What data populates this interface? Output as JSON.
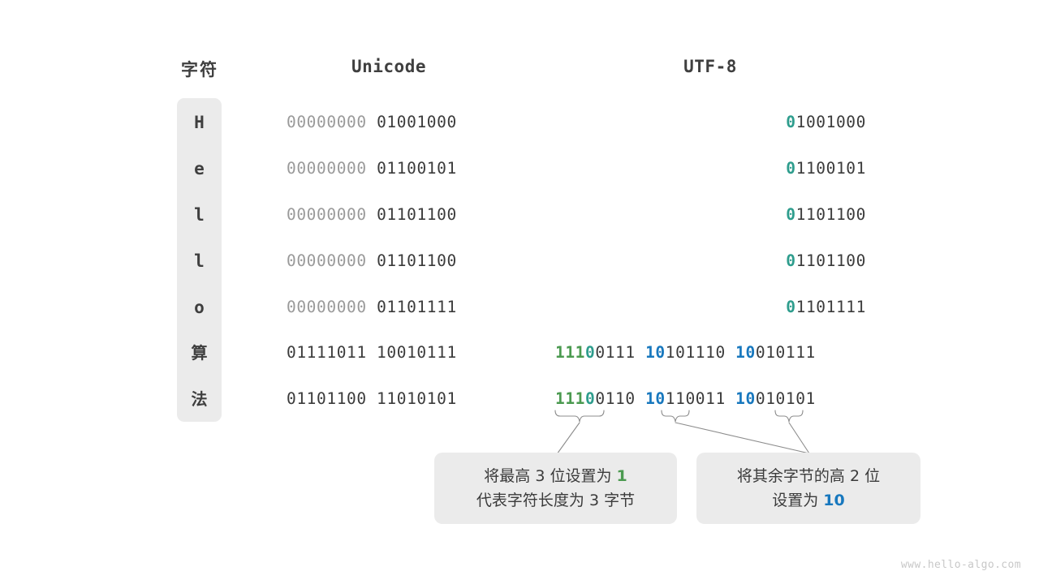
{
  "headers": {
    "char": "字符",
    "unicode": "Unicode",
    "utf8": "UTF-8"
  },
  "colors": {
    "green": "#4b9a50",
    "teal": "#2e9d8d",
    "blue": "#1878be",
    "grey": "#9a9a9a",
    "dark": "#3b3b3b",
    "panel": "#ebebeb"
  },
  "rows": [
    {
      "char": "H",
      "cjk": false,
      "unicode_grey": "00000000",
      "unicode_dark": "01001000",
      "utf8_type": "ascii",
      "utf8_lead": "0",
      "utf8_rest": "1001000"
    },
    {
      "char": "e",
      "cjk": false,
      "unicode_grey": "00000000",
      "unicode_dark": "01100101",
      "utf8_type": "ascii",
      "utf8_lead": "0",
      "utf8_rest": "1100101"
    },
    {
      "char": "l",
      "cjk": false,
      "unicode_grey": "00000000",
      "unicode_dark": "01101100",
      "utf8_type": "ascii",
      "utf8_lead": "0",
      "utf8_rest": "1101100"
    },
    {
      "char": "l",
      "cjk": false,
      "unicode_grey": "00000000",
      "unicode_dark": "01101100",
      "utf8_type": "ascii",
      "utf8_lead": "0",
      "utf8_rest": "1101100"
    },
    {
      "char": "o",
      "cjk": false,
      "unicode_grey": "00000000",
      "unicode_dark": "01101111",
      "utf8_type": "ascii",
      "utf8_lead": "0",
      "utf8_rest": "1101111"
    },
    {
      "char": "算",
      "cjk": true,
      "unicode_grey": "",
      "unicode_dark": "01111011 10010111",
      "utf8_type": "three-byte",
      "b1_green": "111",
      "b1_teal": "0",
      "b1_rest": "0111",
      "b2_blue": "10",
      "b2_rest": "101110",
      "b3_blue": "10",
      "b3_rest": "010111"
    },
    {
      "char": "法",
      "cjk": true,
      "unicode_grey": "",
      "unicode_dark": "01101100 11010101",
      "utf8_type": "three-byte",
      "b1_green": "111",
      "b1_teal": "0",
      "b1_rest": "0110",
      "b2_blue": "10",
      "b2_rest": "110011",
      "b3_blue": "10",
      "b3_rest": "010101"
    }
  ],
  "callouts": {
    "first": {
      "line1_a": "将最高 ",
      "line1_n": "3",
      "line1_b": " 位设置为 ",
      "line1_hl": "1",
      "line2": "代表字符长度为 3 字节"
    },
    "second": {
      "line1": "将其余字节的高 2 位",
      "line2_a": "设置为 ",
      "line2_hl": "10"
    }
  },
  "watermark": "www.hello-algo.com"
}
